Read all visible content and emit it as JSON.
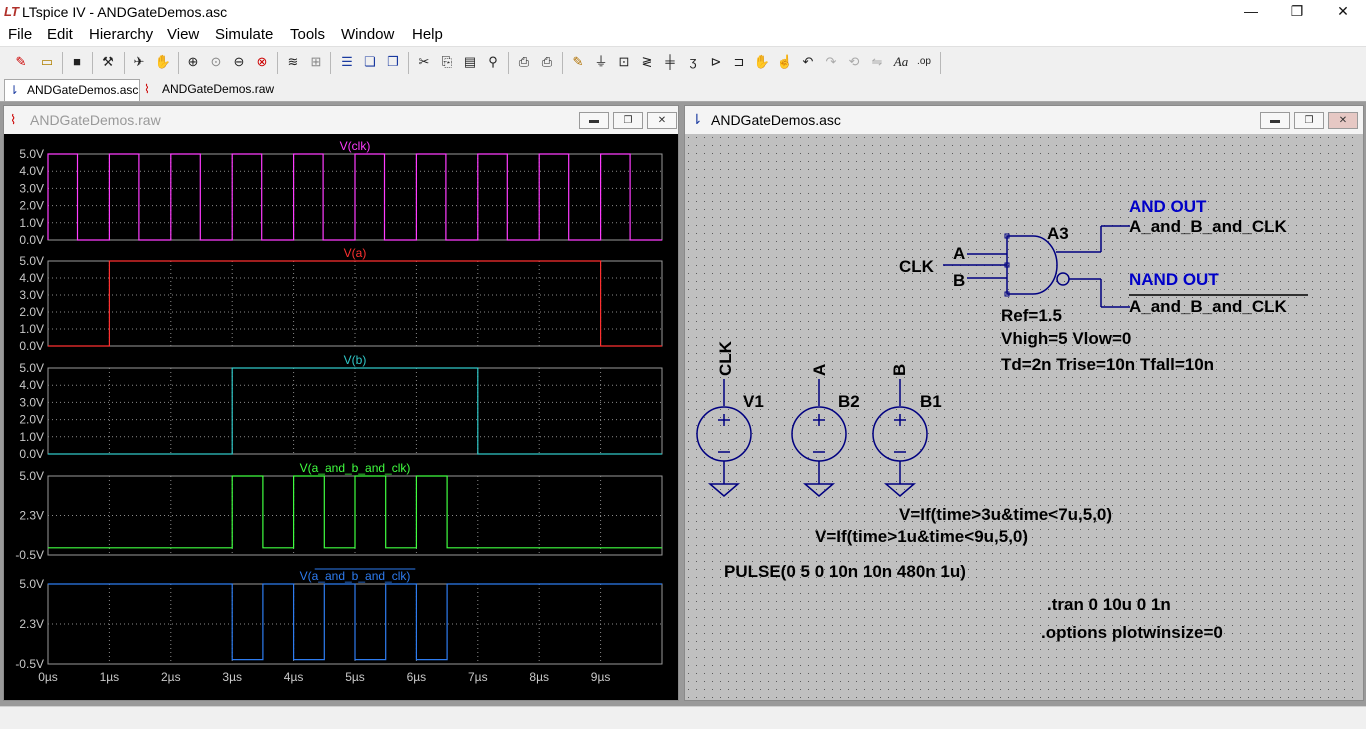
{
  "app": {
    "title": "LTspice IV - ANDGateDemos.asc",
    "logo": "LT",
    "controls": [
      "—",
      "❐",
      "✕"
    ]
  },
  "menu": [
    "File",
    "Edit",
    "Hierarchy",
    "View",
    "Simulate",
    "Tools",
    "Window",
    "Help"
  ],
  "tabs": [
    {
      "label": "ANDGateDemos.asc",
      "icon": "schematic-icon",
      "active": true
    },
    {
      "label": "ANDGateDemos.raw",
      "icon": "waveform-icon",
      "active": false
    }
  ],
  "waveform_window": {
    "title": "ANDGateDemos.raw",
    "chart_data": {
      "type": "line",
      "xaxis": {
        "unit": "µs",
        "ticks": [
          "0µs",
          "1µs",
          "2µs",
          "3µs",
          "4µs",
          "5µs",
          "6µs",
          "7µs",
          "8µs",
          "9µs"
        ],
        "range": [
          0,
          10
        ]
      },
      "grid": true,
      "panes": [
        {
          "name": "V(clk)",
          "color": "#ff3cff",
          "yticks": [
            "5.0V",
            "4.0V",
            "3.0V",
            "2.0V",
            "1.0V",
            "0.0V"
          ],
          "ylim": [
            0,
            5
          ],
          "series": {
            "type": "pulse",
            "low": 0,
            "high": 5,
            "delay_us": 0,
            "width_us": 0.48,
            "period_us": 1,
            "from_us": 0,
            "to_us": 10
          }
        },
        {
          "name": "V(a)",
          "color": "#ff3030",
          "yticks": [
            "5.0V",
            "4.0V",
            "3.0V",
            "2.0V",
            "1.0V",
            "0.0V"
          ],
          "ylim": [
            0,
            5
          ],
          "series": {
            "type": "step",
            "low": 0,
            "high": 5,
            "rise_us": 1,
            "fall_us": 9
          }
        },
        {
          "name": "V(b)",
          "color": "#30c8c8",
          "yticks": [
            "5.0V",
            "4.0V",
            "3.0V",
            "2.0V",
            "1.0V",
            "0.0V"
          ],
          "ylim": [
            0,
            5
          ],
          "series": {
            "type": "step",
            "low": 0,
            "high": 5,
            "rise_us": 3,
            "fall_us": 7
          }
        },
        {
          "name": "V(a_and_b_and_clk)",
          "color": "#40ff40",
          "yticks": [
            "5.0V",
            "2.3V",
            "-0.5V"
          ],
          "ylim": [
            -0.5,
            5
          ],
          "series": {
            "type": "pulse",
            "low": 0,
            "high": 5,
            "delay_us": 0,
            "width_us": 0.5,
            "period_us": 1,
            "from_us": 3,
            "to_us": 7
          }
        },
        {
          "name": "V(a_and_b_and_clk)",
          "overline": true,
          "color": "#2e7cf0",
          "yticks": [
            "5.0V",
            "2.3V",
            "-0.5V"
          ],
          "ylim": [
            -0.5,
            5
          ],
          "series": {
            "type": "inverted-pulse",
            "base": 5,
            "dip": -0.2,
            "delay_us": 0,
            "width_us": 0.5,
            "period_us": 1,
            "from_us": 3,
            "to_us": 7
          }
        }
      ]
    }
  },
  "schematic_window": {
    "title": "ANDGateDemos.asc",
    "gate": {
      "name": "A3",
      "inputs": [
        "A",
        "CLK",
        "B"
      ],
      "params": [
        "Ref=1.5",
        "Vhigh=5 Vlow=0",
        "Td=2n  Trise=10n Tfall=10n"
      ]
    },
    "outputs": {
      "and_label": "AND OUT",
      "and_net": "A_and_B_and_CLK",
      "nand_label": "NAND OUT",
      "nand_net": "A_and_B_and_CLK"
    },
    "sources": [
      {
        "name": "V1",
        "net": "CLK"
      },
      {
        "name": "B2",
        "net": "A"
      },
      {
        "name": "B1",
        "net": "B"
      }
    ],
    "directives": {
      "b1": "V=If(time>3u&time<7u,5,0)",
      "b2": "V=If(time>1u&time<9u,5,0)",
      "v1": "PULSE(0 5 0 10n 10n 480n 1u)",
      "tran": ".tran 0 10u 0 1n",
      "options": ".options plotwinsize=0"
    },
    "colors": {
      "net_label": "#0000c8",
      "wire": "#000080",
      "component": "#000080"
    }
  }
}
